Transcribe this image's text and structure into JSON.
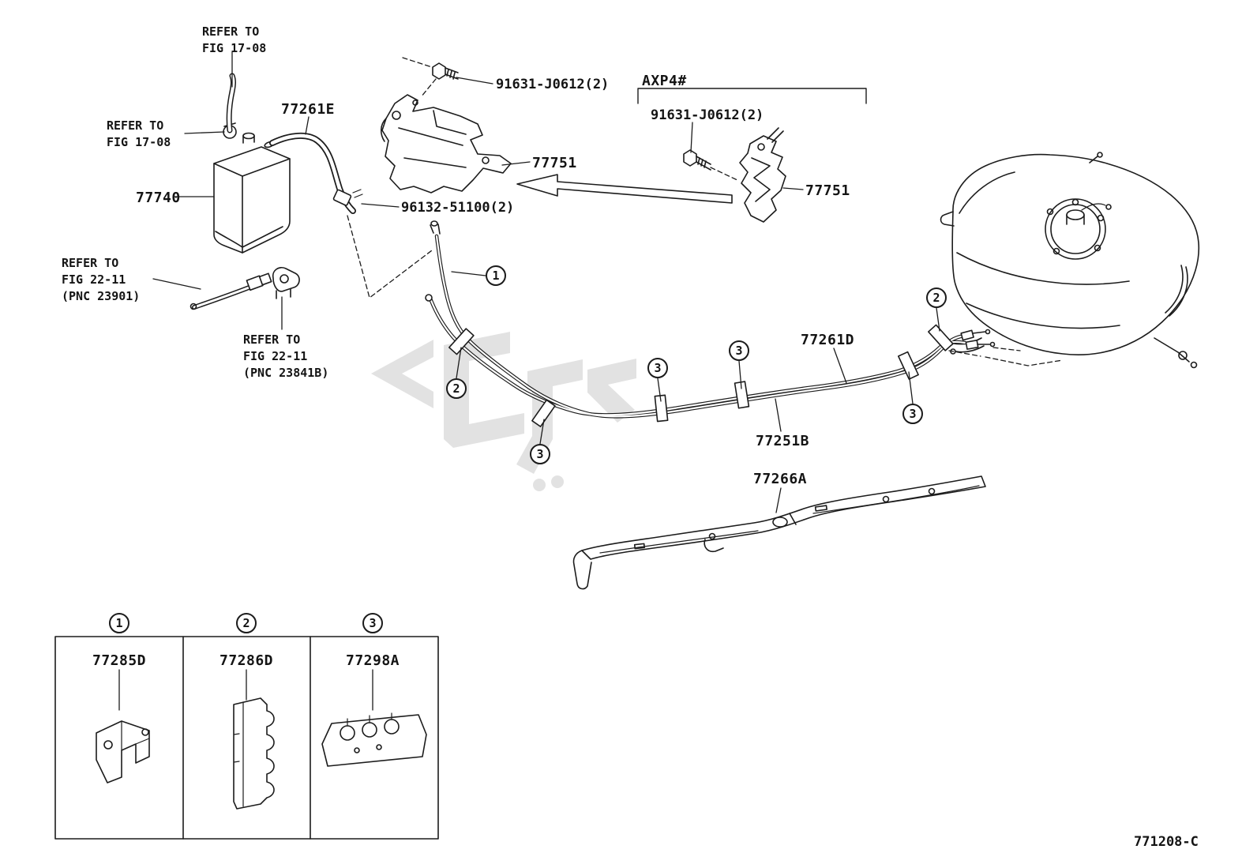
{
  "labels": {
    "refer_fig1708_top": "REFER TO\nFIG 17-08",
    "refer_fig1708_left": "REFER TO\nFIG 17-08",
    "part_77740": "77740",
    "part_77261E": "77261E",
    "bolt_top": "91631-J0612(2)",
    "axp4": "AXP4#",
    "bolt_axp": "91631-J0612(2)",
    "part_77751_a": "77751",
    "part_77751_b": "77751",
    "clamp_96132": "96132-51100(2)",
    "refer_fig2211_pnc23901": "REFER TO\nFIG 22-11\n(PNC 23901)",
    "refer_fig2211_pnc23841b": "REFER TO\nFIG 22-11\n(PNC 23841B)",
    "part_77261D": "77261D",
    "part_77251B": "77251B",
    "part_77266A": "77266A",
    "diagram_code": "771208-C"
  },
  "callouts": [
    "1",
    "2",
    "3",
    "3",
    "3",
    "3",
    "2"
  ],
  "legend": {
    "items": [
      {
        "num": "1",
        "part": "77285D"
      },
      {
        "num": "2",
        "part": "77286D"
      },
      {
        "num": "3",
        "part": "77298A"
      }
    ]
  },
  "colors": {
    "line": "#1c1c1c",
    "watermark": "#cbcbcb",
    "background": "#ffffff"
  }
}
